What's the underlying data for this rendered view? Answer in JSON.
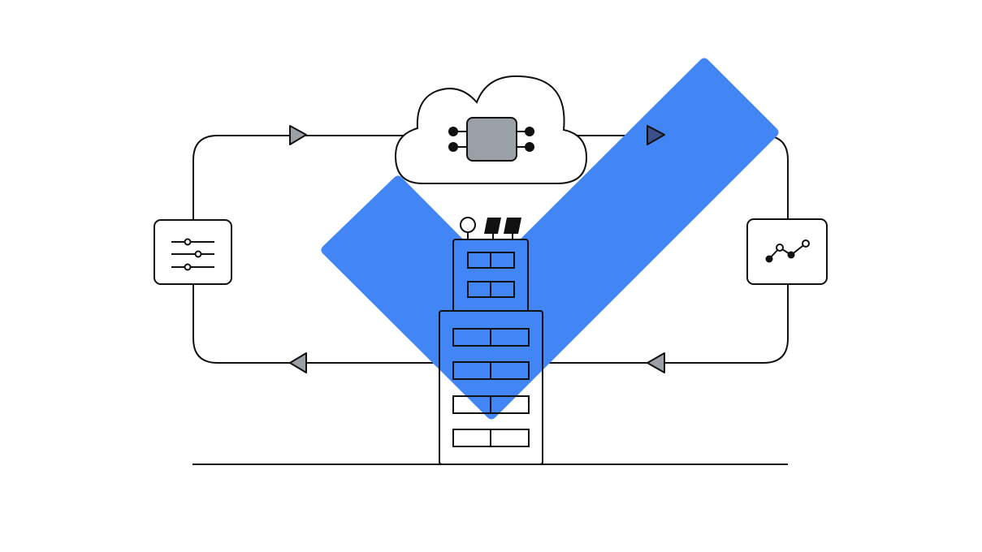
{
  "colors": {
    "background": "#ffffff",
    "stroke": "#111111",
    "check": "#4285f4",
    "chip": "#9aa0a6",
    "arrow_gray": "#9aa0a6",
    "arrow_dark": "#3c4f8a",
    "panel_fill": "#ffffff",
    "dot": "#111111"
  },
  "icons": {
    "cloud": "cloud-icon",
    "chip": "processor-chip-icon",
    "controls": "sliders-icon",
    "analytics": "line-chart-icon",
    "building": "data-center-building-icon",
    "check": "checkmark-icon",
    "solar": "solar-panel-icon",
    "antenna": "antenna-icon"
  },
  "flow": {
    "direction": "clockwise",
    "arrows": [
      "top-left",
      "top-right",
      "bottom-right",
      "bottom-left"
    ]
  }
}
